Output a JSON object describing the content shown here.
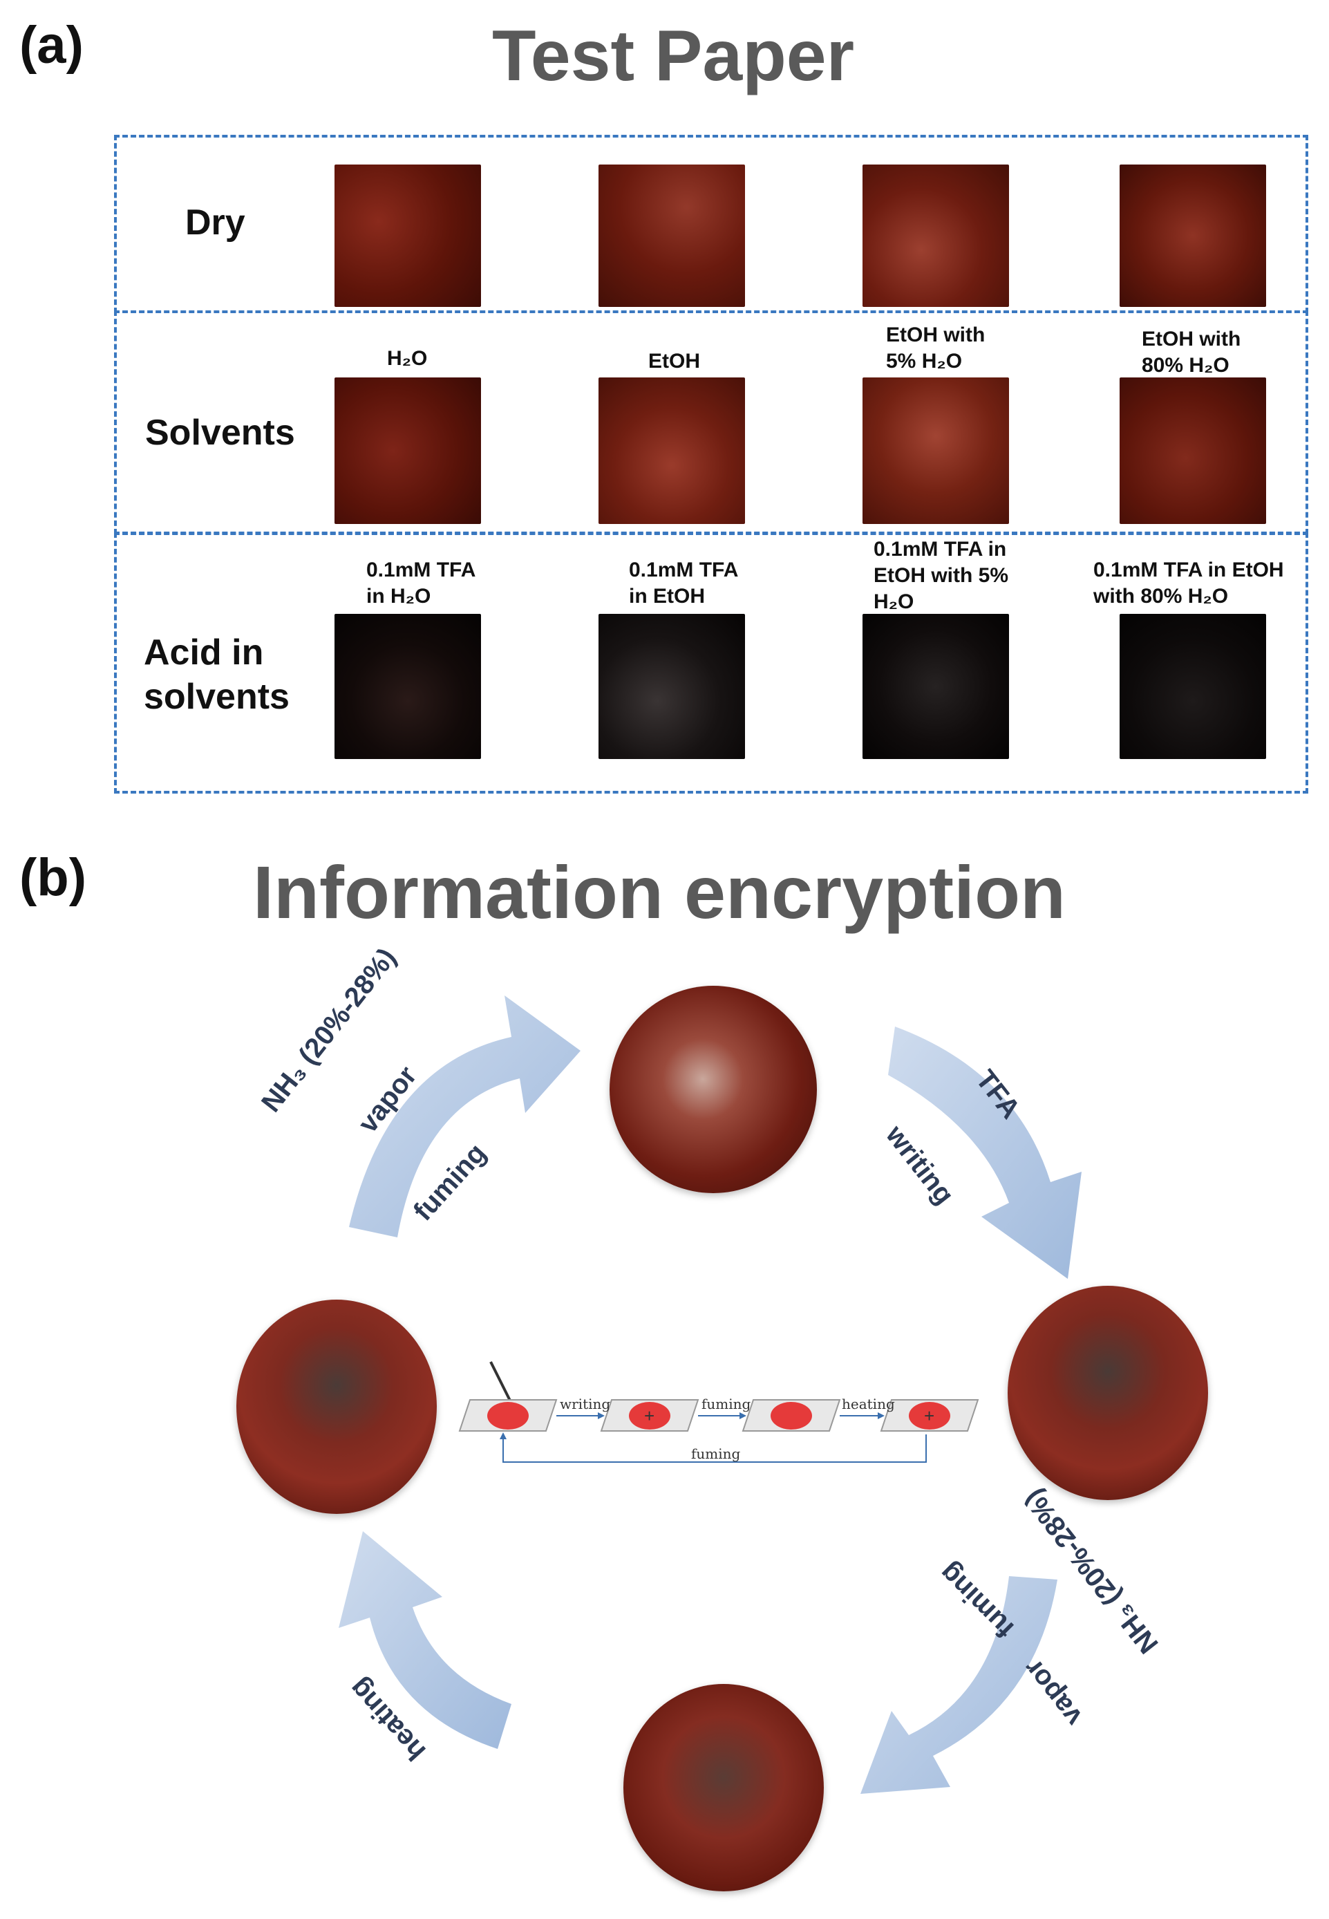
{
  "panel_a": {
    "label": "(a)",
    "title": "Test Paper",
    "rows": {
      "dry": {
        "label": "Dry"
      },
      "solvents": {
        "label": "Solvents",
        "conditions": [
          "H₂O",
          "EtOH",
          "EtOH with\n5% H₂O",
          "EtOH with\n80% H₂O"
        ]
      },
      "acid": {
        "label": "Acid in\nsolvents",
        "conditions": [
          "0.1mM TFA\nin H₂O",
          "0.1mM TFA\nin EtOH",
          "0.1mM TFA in\nEtOH with 5%\nH₂O",
          "0.1mM TFA in EtOH\nwith 80% H₂O"
        ]
      }
    },
    "colors": {
      "red_paper": "#7a1a10",
      "dark_paper": "#0c0808",
      "dash": "#3a78c0"
    }
  },
  "panel_b": {
    "label": "(b)",
    "title": "Information encryption",
    "arrows": {
      "top_left": {
        "line1": "NH₃ (20%-28%)",
        "line2": "vapor",
        "line3": "fuming"
      },
      "top_right": {
        "line1": "TFA",
        "line2": "writing"
      },
      "bottom_right": {
        "line1": "NH₃ (20%-28%)",
        "line2": "vapor",
        "line3": "fuming"
      },
      "bottom_left": {
        "line1": "heating"
      }
    },
    "schematic": {
      "step1": "writing",
      "step2": "fuming",
      "step3": "heating",
      "return": "fuming"
    },
    "colors": {
      "arrow": "#b9cde6",
      "disk": "#7a1f18"
    }
  }
}
